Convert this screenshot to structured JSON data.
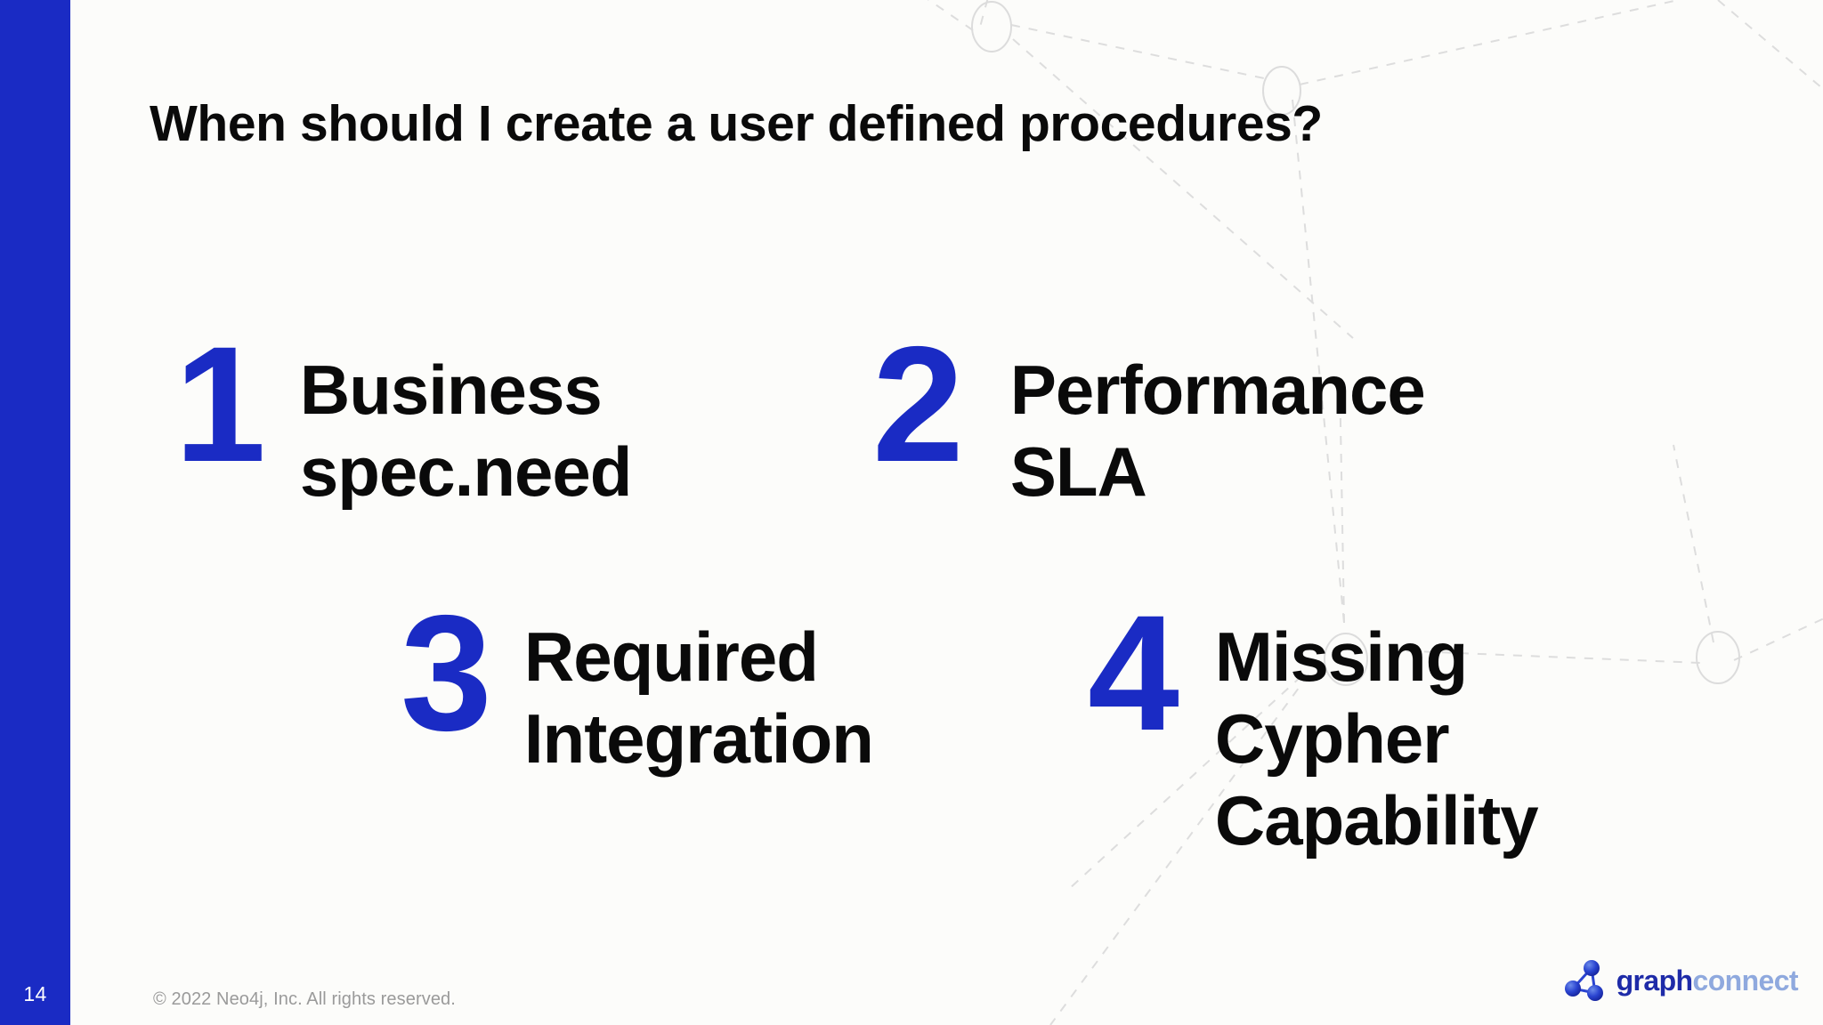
{
  "slide": {
    "number": "14",
    "title": "When should I create a user defined procedures?",
    "background_color": "#FCFCFA",
    "accent_color": "#1A2BC4",
    "text_color": "#0A0A0A"
  },
  "items": [
    {
      "number": "1",
      "label": "Business spec.need"
    },
    {
      "number": "2",
      "label": "Performance SLA"
    },
    {
      "number": "3",
      "label": "Required Integration"
    },
    {
      "number": "4",
      "label": "Missing Cypher Capability"
    }
  ],
  "footer": {
    "copyright": "© 2022 Neo4j, Inc. All rights reserved."
  },
  "logo": {
    "word_primary": "graph",
    "word_secondary": "connect",
    "mark_color": "#1E3FC8"
  }
}
